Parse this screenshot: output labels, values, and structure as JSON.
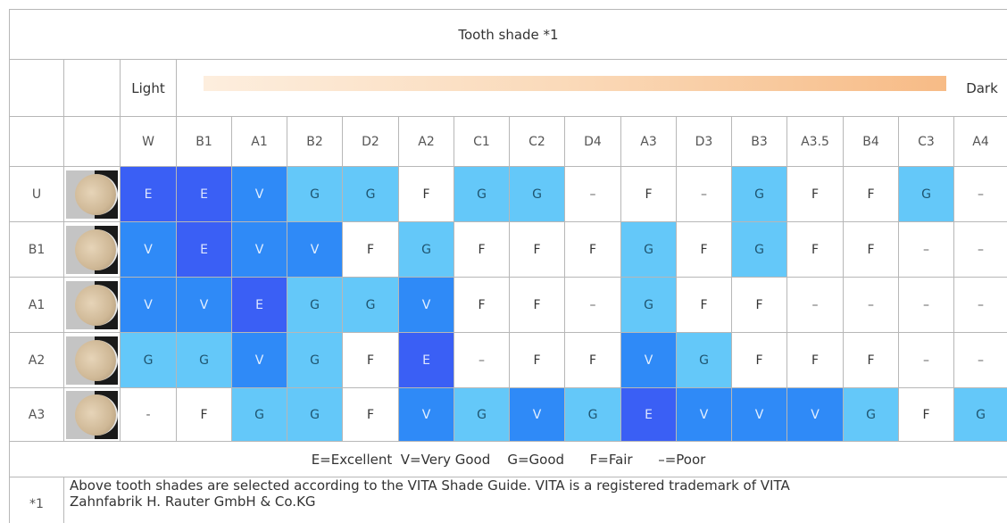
{
  "title": "Tooth shade *1",
  "scale": {
    "light": "Light",
    "dark": "Dark"
  },
  "columns": [
    "W",
    "B1",
    "A1",
    "B2",
    "D2",
    "A2",
    "C1",
    "C2",
    "D4",
    "A3",
    "D3",
    "B3",
    "A3.5",
    "B4",
    "C3",
    "A4"
  ],
  "rows": [
    {
      "label": "U",
      "cells": [
        "E",
        "E",
        "V",
        "G",
        "G",
        "F",
        "G",
        "G",
        "–",
        "F",
        "–",
        "G",
        "F",
        "F",
        "G",
        "–"
      ]
    },
    {
      "label": "B1",
      "cells": [
        "V",
        "E",
        "V",
        "V",
        "F",
        "G",
        "F",
        "F",
        "F",
        "G",
        "F",
        "G",
        "F",
        "F",
        "–",
        "–"
      ]
    },
    {
      "label": "A1",
      "cells": [
        "V",
        "V",
        "E",
        "G",
        "G",
        "V",
        "F",
        "F",
        "–",
        "G",
        "F",
        "F",
        "–",
        "–",
        "–",
        "–"
      ]
    },
    {
      "label": "A2",
      "cells": [
        "G",
        "G",
        "V",
        "G",
        "F",
        "E",
        "–",
        "F",
        "F",
        "V",
        "G",
        "F",
        "F",
        "F",
        "–",
        "–"
      ]
    },
    {
      "label": "A3",
      "cells": [
        "-",
        "F",
        "G",
        "G",
        "F",
        "V",
        "G",
        "V",
        "G",
        "E",
        "V",
        "V",
        "V",
        "G",
        "F",
        "G"
      ]
    }
  ],
  "legend": "E=Excellent  V=Very Good    G=Good      F=Fair      –=Poor",
  "footnote": {
    "mark": "*1",
    "line1": "Above tooth shades are selected according to the VITA Shade Guide. VITA is a registered trademark of VITA",
    "line2": "Zahnfabrik H. Rauter GmbH & Co.KG"
  },
  "colors": {
    "excellent": "#3a5ff5",
    "very_good": "#2f8af7",
    "good": "#64c8f9",
    "fair": "#ffffff",
    "poor": "#ffffff",
    "light_start": "#fdeede",
    "dark_end": "#f7bb86"
  }
}
